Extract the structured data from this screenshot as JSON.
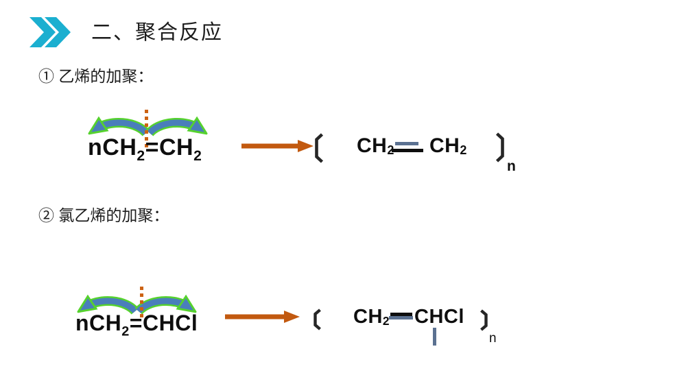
{
  "header": {
    "title": "二、聚合反应"
  },
  "item1": {
    "label": "① 乙烯的加聚："
  },
  "item2": {
    "label": "② 氯乙烯的加聚："
  },
  "reaction1": {
    "reactant": {
      "seg1": "nCH",
      "sub1": "2",
      "seg2": "=CH",
      "sub2": "2"
    },
    "product": {
      "unit1": "CH",
      "unit1_sub": "2",
      "unit2": "CH",
      "unit2_sub": "2",
      "index": "n"
    }
  },
  "reaction2": {
    "reactant": {
      "seg1": "nCH",
      "sub1": "2",
      "seg2": "=CHCl"
    },
    "product": {
      "unit1": "CH",
      "unit1_sub": "2",
      "unit2": "CHCl",
      "index": "n"
    }
  },
  "colors": {
    "chevron_cyan": "#1bafd0",
    "reaction_arrow_orange": "#c2590f",
    "bond_break_dotted_orange": "#cc6213",
    "curved_arrow_blue": "#4a7ebb",
    "curved_arrow_green_outline": "#56d22e",
    "breaking_bond_slate": "#5b7191",
    "bracket_dark": "#262626",
    "text_black": "#0e0e0e",
    "background": "#ffffff"
  }
}
